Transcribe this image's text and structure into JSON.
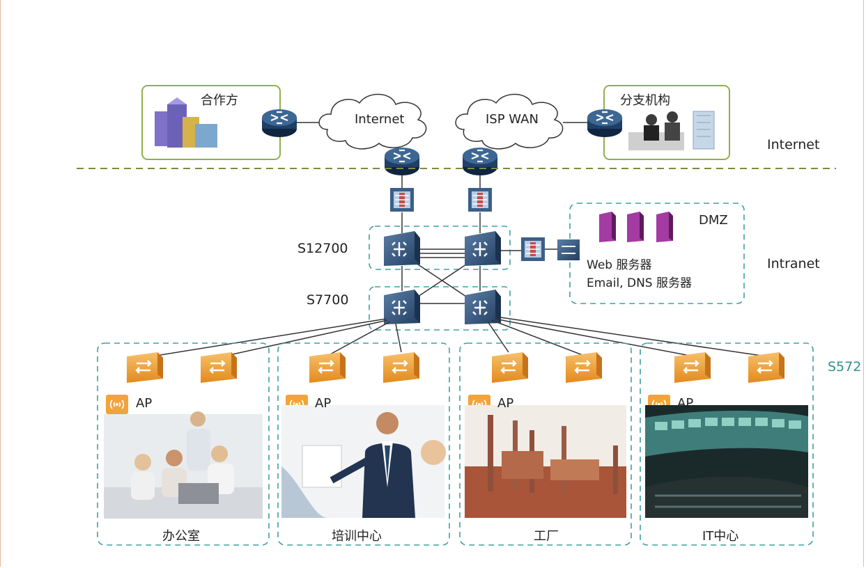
{
  "partner": {
    "label": "合作方"
  },
  "branch": {
    "label": "分支机构"
  },
  "clouds": {
    "internet": "Internet",
    "isp_wan": "ISP WAN"
  },
  "zones": {
    "internet": "Internet",
    "intranet": "Intranet"
  },
  "dmz": {
    "label": "DMZ",
    "line1": "Web 服务器",
    "line2": "Email, DNS 服务器"
  },
  "core": {
    "s12700": "S12700",
    "s7700": "S7700",
    "access": "S572"
  },
  "sites": [
    {
      "ap": "AP",
      "name": "办公室"
    },
    {
      "ap": "AP",
      "name": "培训中心"
    },
    {
      "ap": "AP",
      "name": "工厂"
    },
    {
      "ap": "AP",
      "name": "IT中心"
    }
  ],
  "colors": {
    "router": "#1f3f66",
    "switch": "#2e5078",
    "access_switch": "#f2a33a",
    "server": "#8e2a8e",
    "dashed": "#3ea0a0",
    "box_border": "#8fb04a"
  }
}
